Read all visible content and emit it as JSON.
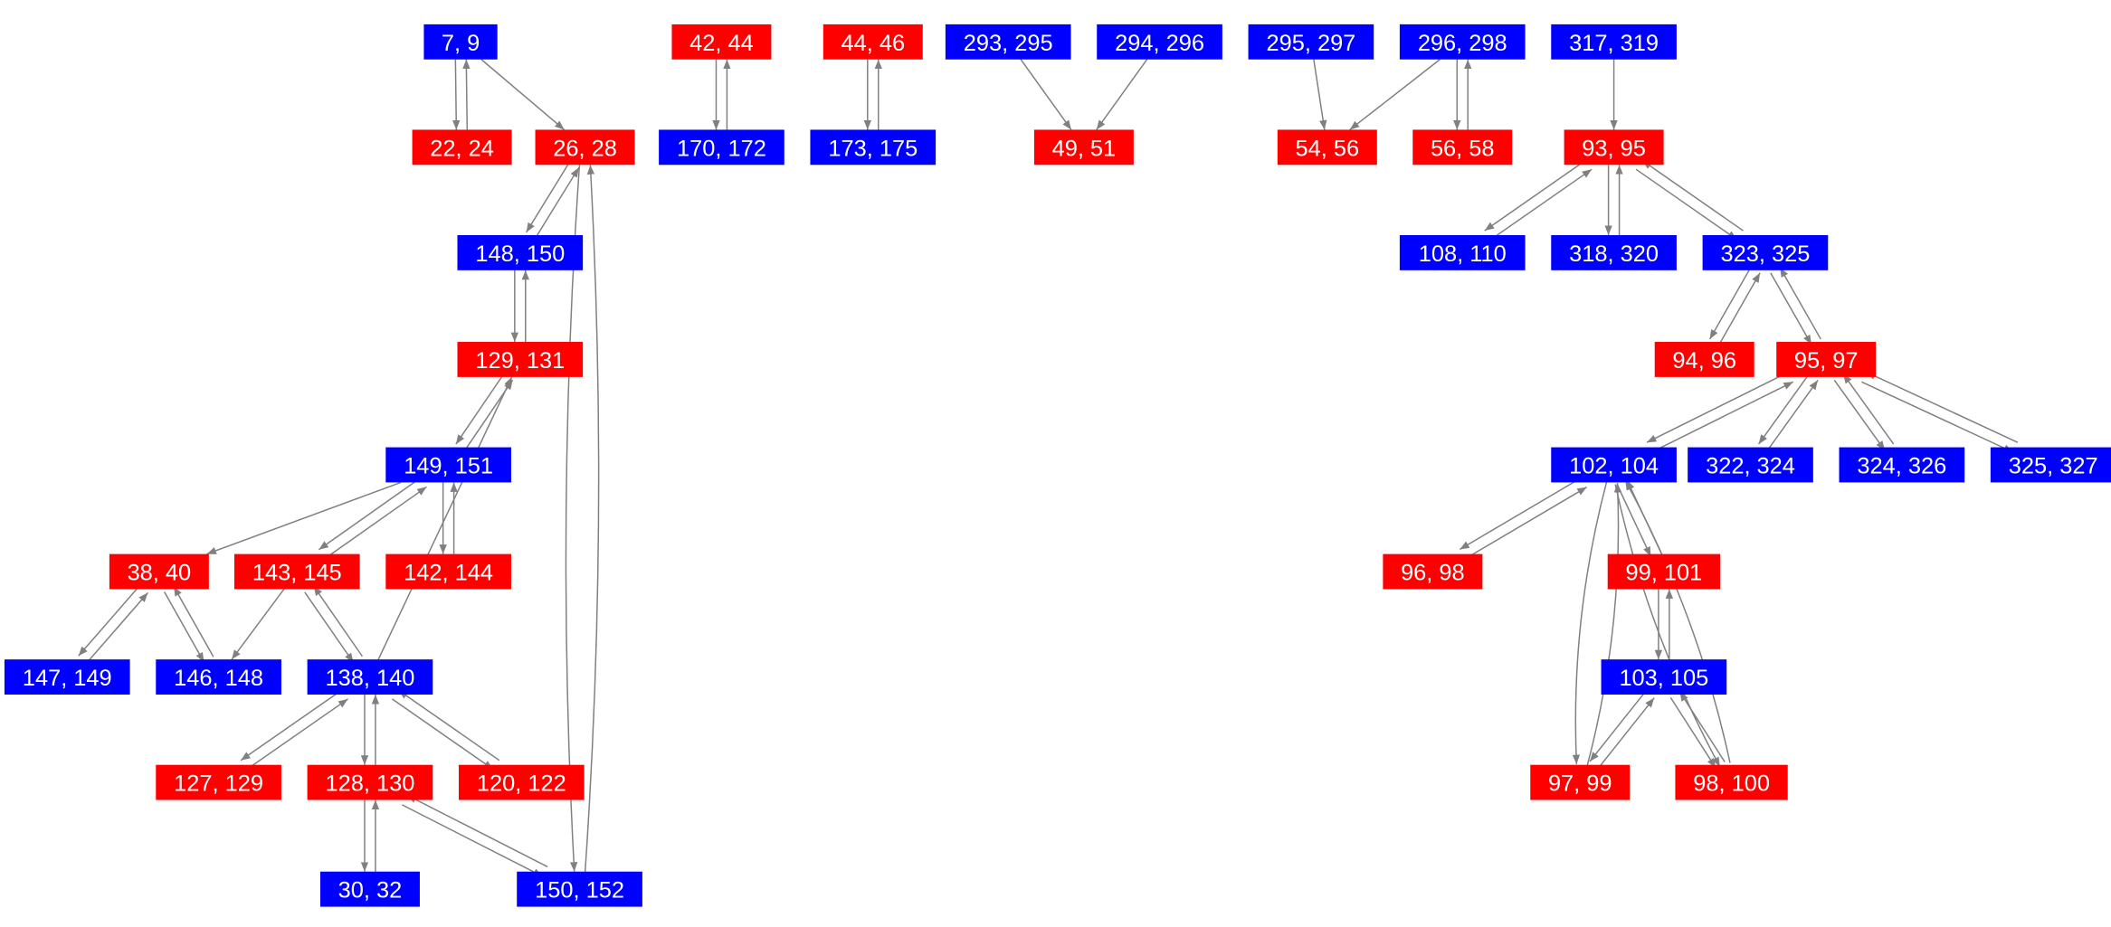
{
  "colors": {
    "red": "#ff0000",
    "blue": "#0000ff",
    "edge": "#808080"
  },
  "nodes": [
    {
      "label": "7, 9",
      "color": "blue"
    },
    {
      "label": "42, 44",
      "color": "red"
    },
    {
      "label": "44, 46",
      "color": "red"
    },
    {
      "label": "293, 295",
      "color": "blue"
    },
    {
      "label": "294, 296",
      "color": "blue"
    },
    {
      "label": "295, 297",
      "color": "blue"
    },
    {
      "label": "296, 298",
      "color": "blue"
    },
    {
      "label": "317, 319",
      "color": "blue"
    },
    {
      "label": "22, 24",
      "color": "red"
    },
    {
      "label": "26, 28",
      "color": "red"
    },
    {
      "label": "170, 172",
      "color": "blue"
    },
    {
      "label": "173, 175",
      "color": "blue"
    },
    {
      "label": "49, 51",
      "color": "red"
    },
    {
      "label": "54, 56",
      "color": "red"
    },
    {
      "label": "56, 58",
      "color": "red"
    },
    {
      "label": "93, 95",
      "color": "red"
    },
    {
      "label": "148, 150",
      "color": "blue"
    },
    {
      "label": "108, 110",
      "color": "blue"
    },
    {
      "label": "318, 320",
      "color": "blue"
    },
    {
      "label": "323, 325",
      "color": "blue"
    },
    {
      "label": "129, 131",
      "color": "red"
    },
    {
      "label": "94, 96",
      "color": "red"
    },
    {
      "label": "95, 97",
      "color": "red"
    },
    {
      "label": "149, 151",
      "color": "blue"
    },
    {
      "label": "102, 104",
      "color": "blue"
    },
    {
      "label": "322, 324",
      "color": "blue"
    },
    {
      "label": "324, 326",
      "color": "blue"
    },
    {
      "label": "325, 327",
      "color": "blue"
    },
    {
      "label": "38, 40",
      "color": "red"
    },
    {
      "label": "143, 145",
      "color": "red"
    },
    {
      "label": "142, 144",
      "color": "red"
    },
    {
      "label": "96, 98",
      "color": "red"
    },
    {
      "label": "99, 101",
      "color": "red"
    },
    {
      "label": "147, 149",
      "color": "blue"
    },
    {
      "label": "146, 148",
      "color": "blue"
    },
    {
      "label": "138, 140",
      "color": "blue"
    },
    {
      "label": "103, 105",
      "color": "blue"
    },
    {
      "label": "127, 129",
      "color": "red"
    },
    {
      "label": "128, 130",
      "color": "red"
    },
    {
      "label": "120, 122",
      "color": "red"
    },
    {
      "label": "97, 99",
      "color": "red"
    },
    {
      "label": "98, 100",
      "color": "red"
    },
    {
      "label": "30, 32",
      "color": "blue"
    },
    {
      "label": "150, 152",
      "color": "blue"
    }
  ],
  "edges": [
    [
      "7, 9",
      "22, 24"
    ],
    [
      "22, 24",
      "7, 9"
    ],
    [
      "7, 9",
      "26, 28"
    ],
    [
      "42, 44",
      "170, 172"
    ],
    [
      "170, 172",
      "42, 44"
    ],
    [
      "44, 46",
      "173, 175"
    ],
    [
      "173, 175",
      "44, 46"
    ],
    [
      "293, 295",
      "49, 51"
    ],
    [
      "294, 296",
      "49, 51"
    ],
    [
      "295, 297",
      "54, 56"
    ],
    [
      "296, 298",
      "54, 56"
    ],
    [
      "296, 298",
      "56, 58"
    ],
    [
      "56, 58",
      "296, 298"
    ],
    [
      "317, 319",
      "93, 95"
    ],
    [
      "26, 28",
      "148, 150"
    ],
    [
      "148, 150",
      "26, 28"
    ],
    [
      "26, 28",
      "150, 152"
    ],
    [
      "150, 152",
      "26, 28"
    ],
    [
      "148, 150",
      "129, 131"
    ],
    [
      "129, 131",
      "148, 150"
    ],
    [
      "129, 131",
      "149, 151"
    ],
    [
      "149, 151",
      "129, 131"
    ],
    [
      "138, 140",
      "129, 131"
    ],
    [
      "149, 151",
      "38, 40"
    ],
    [
      "149, 151",
      "143, 145"
    ],
    [
      "143, 145",
      "149, 151"
    ],
    [
      "149, 151",
      "142, 144"
    ],
    [
      "142, 144",
      "149, 151"
    ],
    [
      "38, 40",
      "147, 149"
    ],
    [
      "147, 149",
      "38, 40"
    ],
    [
      "38, 40",
      "146, 148"
    ],
    [
      "146, 148",
      "38, 40"
    ],
    [
      "143, 145",
      "146, 148"
    ],
    [
      "143, 145",
      "138, 140"
    ],
    [
      "138, 140",
      "143, 145"
    ],
    [
      "138, 140",
      "127, 129"
    ],
    [
      "127, 129",
      "138, 140"
    ],
    [
      "138, 140",
      "128, 130"
    ],
    [
      "128, 130",
      "138, 140"
    ],
    [
      "138, 140",
      "120, 122"
    ],
    [
      "120, 122",
      "138, 140"
    ],
    [
      "128, 130",
      "30, 32"
    ],
    [
      "30, 32",
      "128, 130"
    ],
    [
      "128, 130",
      "150, 152"
    ],
    [
      "150, 152",
      "128, 130"
    ],
    [
      "93, 95",
      "108, 110"
    ],
    [
      "108, 110",
      "93, 95"
    ],
    [
      "93, 95",
      "318, 320"
    ],
    [
      "318, 320",
      "93, 95"
    ],
    [
      "93, 95",
      "323, 325"
    ],
    [
      "323, 325",
      "93, 95"
    ],
    [
      "323, 325",
      "94, 96"
    ],
    [
      "94, 96",
      "323, 325"
    ],
    [
      "323, 325",
      "95, 97"
    ],
    [
      "95, 97",
      "323, 325"
    ],
    [
      "95, 97",
      "102, 104"
    ],
    [
      "102, 104",
      "95, 97"
    ],
    [
      "95, 97",
      "322, 324"
    ],
    [
      "322, 324",
      "95, 97"
    ],
    [
      "95, 97",
      "324, 326"
    ],
    [
      "324, 326",
      "95, 97"
    ],
    [
      "95, 97",
      "325, 327"
    ],
    [
      "325, 327",
      "95, 97"
    ],
    [
      "102, 104",
      "96, 98"
    ],
    [
      "96, 98",
      "102, 104"
    ],
    [
      "102, 104",
      "99, 101"
    ],
    [
      "99, 101",
      "102, 104"
    ],
    [
      "102, 104",
      "97, 99"
    ],
    [
      "97, 99",
      "102, 104"
    ],
    [
      "102, 104",
      "98, 100"
    ],
    [
      "98, 100",
      "102, 104"
    ],
    [
      "99, 101",
      "103, 105"
    ],
    [
      "103, 105",
      "99, 101"
    ],
    [
      "103, 105",
      "97, 99"
    ],
    [
      "97, 99",
      "103, 105"
    ],
    [
      "103, 105",
      "98, 100"
    ],
    [
      "98, 100",
      "103, 105"
    ]
  ]
}
